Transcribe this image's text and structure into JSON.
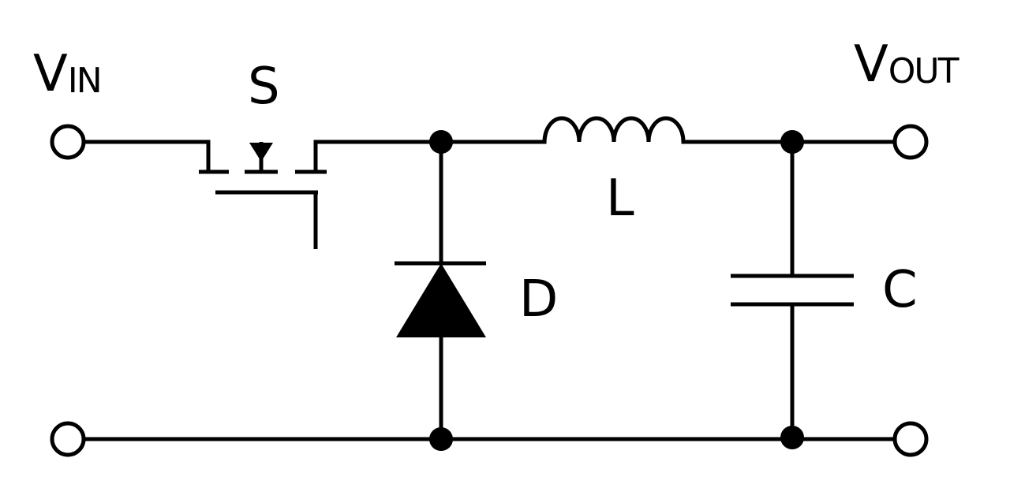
{
  "labels": {
    "vin_main": "V",
    "vin_sub": "IN",
    "vout_main": "V",
    "vout_sub": "OUT",
    "switch": "S",
    "diode": "D",
    "inductor": "L",
    "capacitor": "C"
  },
  "colors": {
    "stroke": "#000000",
    "background": "#ffffff"
  }
}
